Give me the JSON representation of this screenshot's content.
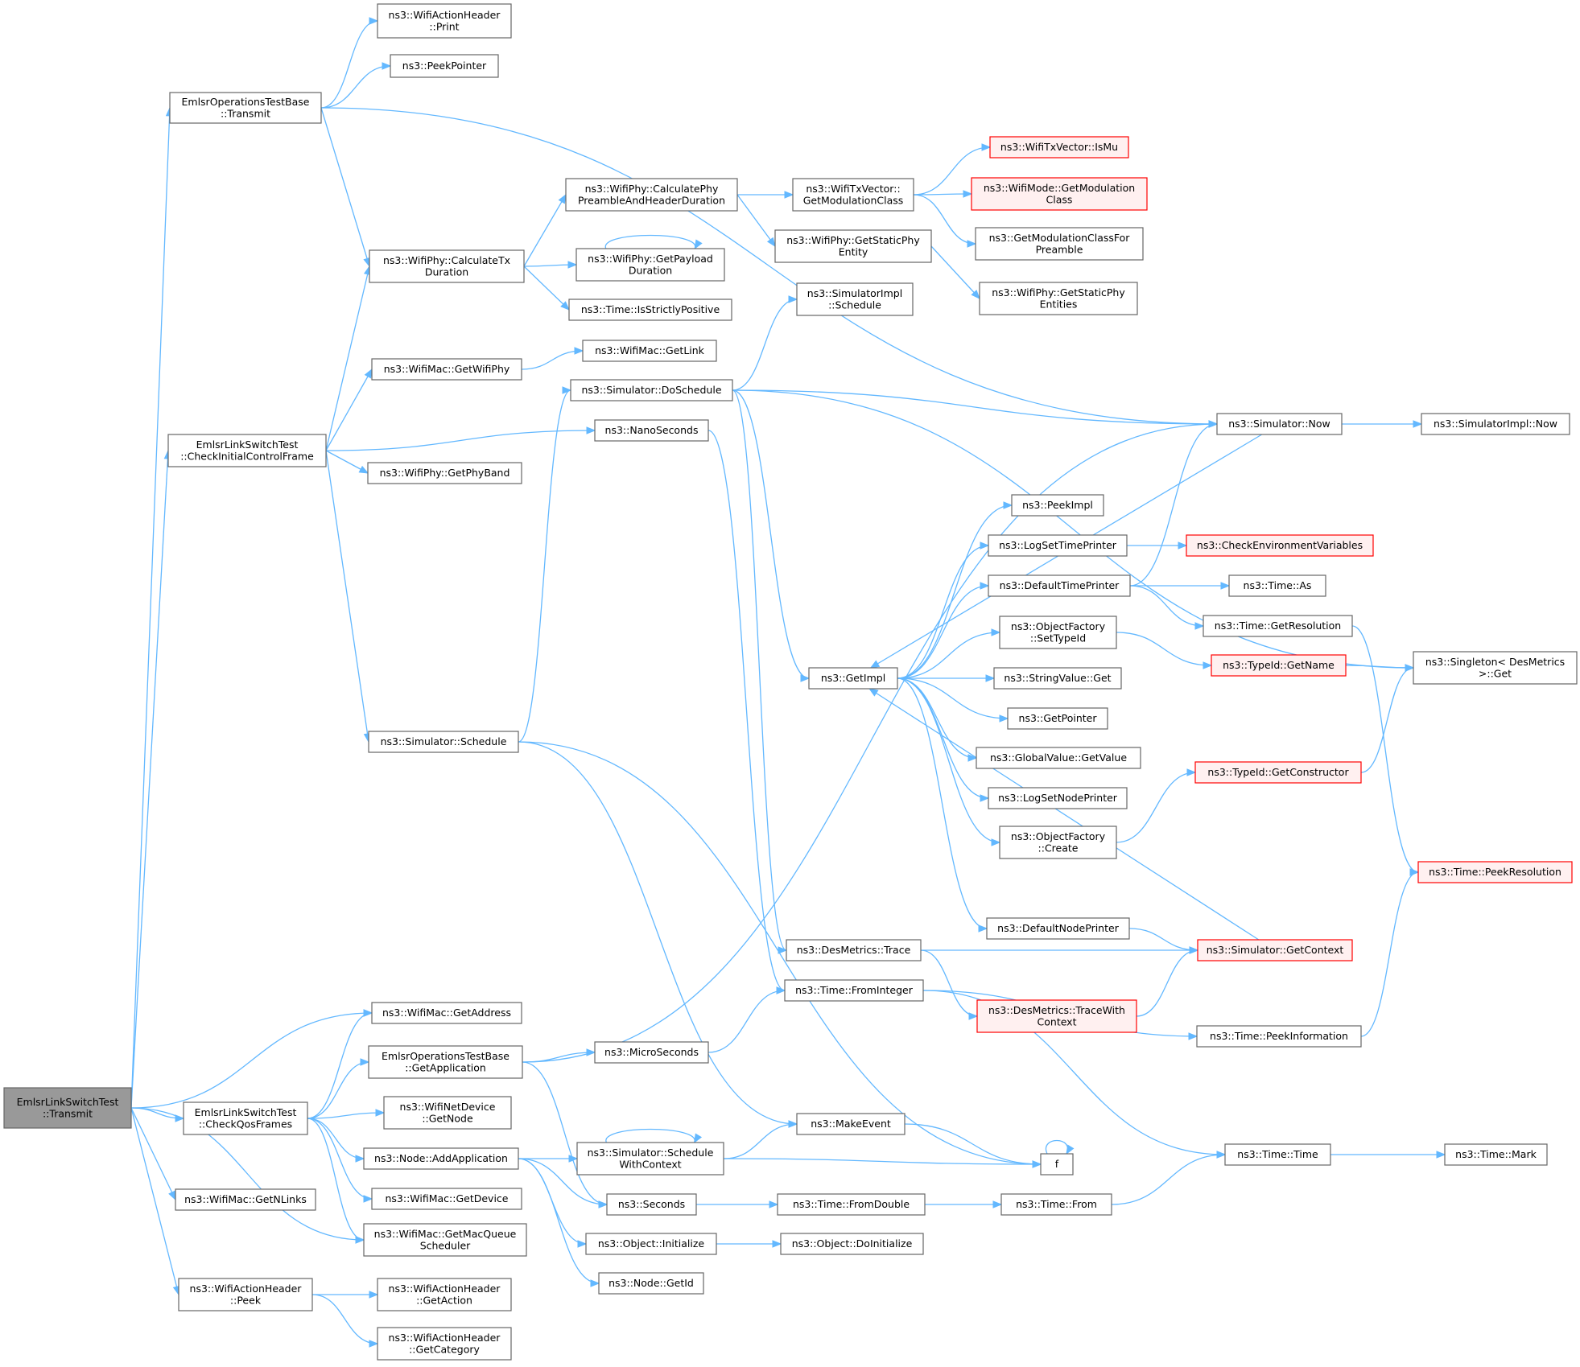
{
  "graph": {
    "nodes": [
      {
        "id": "root",
        "lines": [
          "EmlsrLinkSwitchTest",
          "::Transmit"
        ]
      },
      {
        "id": "eotb_transmit",
        "lines": [
          "EmlsrOperationsTestBase",
          "::Transmit"
        ]
      },
      {
        "id": "wah_print",
        "lines": [
          "ns3::WifiActionHeader",
          "::Print"
        ]
      },
      {
        "id": "peekpointer",
        "lines": [
          "ns3::PeekPointer"
        ]
      },
      {
        "id": "calc_tx",
        "lines": [
          "ns3::WifiPhy::CalculateTx",
          "Duration"
        ]
      },
      {
        "id": "calc_preamble",
        "lines": [
          "ns3::WifiPhy::CalculatePhy",
          "PreambleAndHeaderDuration"
        ]
      },
      {
        "id": "get_payload",
        "lines": [
          "ns3::WifiPhy::GetPayload",
          "Duration"
        ]
      },
      {
        "id": "is_strictly_positive",
        "lines": [
          "ns3::Time::IsStrictlyPositive"
        ]
      },
      {
        "id": "txv_getmodclass",
        "lines": [
          "ns3::WifiTxVector::",
          "GetModulationClass"
        ]
      },
      {
        "id": "get_static_phy_entity",
        "lines": [
          "ns3::WifiPhy::GetStaticPhy",
          "Entity"
        ]
      },
      {
        "id": "txv_ismu",
        "lines": [
          "ns3::WifiTxVector::IsMu"
        ]
      },
      {
        "id": "mode_getmodclass",
        "lines": [
          "ns3::WifiMode::GetModulation",
          "Class"
        ]
      },
      {
        "id": "getmodclass_preamble",
        "lines": [
          "ns3::GetModulationClassFor",
          "Preamble"
        ]
      },
      {
        "id": "get_static_phy_entities",
        "lines": [
          "ns3::WifiPhy::GetStaticPhy",
          "Entities"
        ]
      },
      {
        "id": "simimpl_schedule",
        "lines": [
          "ns3::SimulatorImpl",
          "::Schedule"
        ]
      },
      {
        "id": "mac_getwifiphy",
        "lines": [
          "ns3::WifiMac::GetWifiPhy"
        ]
      },
      {
        "id": "mac_getlink",
        "lines": [
          "ns3::WifiMac::GetLink"
        ]
      },
      {
        "id": "check_initial",
        "lines": [
          "EmlsrLinkSwitchTest",
          "::CheckInitialControlFrame"
        ]
      },
      {
        "id": "sim_doschedule",
        "lines": [
          "ns3::Simulator::DoSchedule"
        ]
      },
      {
        "id": "nanoseconds",
        "lines": [
          "ns3::NanoSeconds"
        ]
      },
      {
        "id": "getphyband",
        "lines": [
          "ns3::WifiPhy::GetPhyBand"
        ]
      },
      {
        "id": "sim_now",
        "lines": [
          "ns3::Simulator::Now"
        ]
      },
      {
        "id": "simimpl_now",
        "lines": [
          "ns3::SimulatorImpl::Now"
        ]
      },
      {
        "id": "peekimpl",
        "lines": [
          "ns3::PeekImpl"
        ]
      },
      {
        "id": "logsettimeprinter",
        "lines": [
          "ns3::LogSetTimePrinter"
        ]
      },
      {
        "id": "check_env",
        "lines": [
          "ns3::CheckEnvironmentVariables"
        ]
      },
      {
        "id": "default_time_printer",
        "lines": [
          "ns3::DefaultTimePrinter"
        ]
      },
      {
        "id": "time_as",
        "lines": [
          "ns3::Time::As"
        ]
      },
      {
        "id": "time_getresolution",
        "lines": [
          "ns3::Time::GetResolution"
        ]
      },
      {
        "id": "of_settypeid",
        "lines": [
          "ns3::ObjectFactory",
          "::SetTypeId"
        ]
      },
      {
        "id": "typeid_getname",
        "lines": [
          "ns3::TypeId::GetName"
        ]
      },
      {
        "id": "singleton_get",
        "lines": [
          "ns3::Singleton< DesMetrics",
          ">::Get"
        ]
      },
      {
        "id": "getimpl",
        "lines": [
          "ns3::GetImpl"
        ]
      },
      {
        "id": "stringvalue_get",
        "lines": [
          "ns3::StringValue::Get"
        ]
      },
      {
        "id": "getpointer",
        "lines": [
          "ns3::GetPointer"
        ]
      },
      {
        "id": "globalvalue_getvalue",
        "lines": [
          "ns3::GlobalValue::GetValue"
        ]
      },
      {
        "id": "typeid_getconstructor",
        "lines": [
          "ns3::TypeId::GetConstructor"
        ]
      },
      {
        "id": "logsetnodeprinter",
        "lines": [
          "ns3::LogSetNodePrinter"
        ]
      },
      {
        "id": "of_create",
        "lines": [
          "ns3::ObjectFactory",
          "::Create"
        ]
      },
      {
        "id": "sim_schedule",
        "lines": [
          "ns3::Simulator::Schedule"
        ]
      },
      {
        "id": "time_peekresolution",
        "lines": [
          "ns3::Time::PeekResolution"
        ]
      },
      {
        "id": "default_node_printer",
        "lines": [
          "ns3::DefaultNodePrinter"
        ]
      },
      {
        "id": "desmetrics_trace",
        "lines": [
          "ns3::DesMetrics::Trace"
        ]
      },
      {
        "id": "sim_getcontext",
        "lines": [
          "ns3::Simulator::GetContext"
        ]
      },
      {
        "id": "time_frominteger",
        "lines": [
          "ns3::Time::FromInteger"
        ]
      },
      {
        "id": "desmetrics_tracewithcontext",
        "lines": [
          "ns3::DesMetrics::TraceWith",
          "Context"
        ]
      },
      {
        "id": "mac_getaddress",
        "lines": [
          "ns3::WifiMac::GetAddress"
        ]
      },
      {
        "id": "eotb_getapplication",
        "lines": [
          "EmlsrOperationsTestBase",
          "::GetApplication"
        ]
      },
      {
        "id": "microseconds",
        "lines": [
          "ns3::MicroSeconds"
        ]
      },
      {
        "id": "time_peekinformation",
        "lines": [
          "ns3::Time::PeekInformation"
        ]
      },
      {
        "id": "check_qos",
        "lines": [
          "EmlsrLinkSwitchTest",
          "::CheckQosFrames"
        ]
      },
      {
        "id": "netdevice_getnode",
        "lines": [
          "ns3::WifiNetDevice",
          "::GetNode"
        ]
      },
      {
        "id": "makeevent",
        "lines": [
          "ns3::MakeEvent"
        ]
      },
      {
        "id": "node_addapplication",
        "lines": [
          "ns3::Node::AddApplication"
        ]
      },
      {
        "id": "sim_schedulewithcontext",
        "lines": [
          "ns3::Simulator::Schedule",
          "WithContext"
        ]
      },
      {
        "id": "f",
        "lines": [
          "f"
        ]
      },
      {
        "id": "time_time",
        "lines": [
          "ns3::Time::Time"
        ]
      },
      {
        "id": "time_mark",
        "lines": [
          "ns3::Time::Mark"
        ]
      },
      {
        "id": "mac_getnlinks",
        "lines": [
          "ns3::WifiMac::GetNLinks"
        ]
      },
      {
        "id": "mac_getdevice",
        "lines": [
          "ns3::WifiMac::GetDevice"
        ]
      },
      {
        "id": "seconds",
        "lines": [
          "ns3::Seconds"
        ]
      },
      {
        "id": "time_fromdouble",
        "lines": [
          "ns3::Time::FromDouble"
        ]
      },
      {
        "id": "time_from",
        "lines": [
          "ns3::Time::From"
        ]
      },
      {
        "id": "mac_getmacqueuescheduler",
        "lines": [
          "ns3::WifiMac::GetMacQueue",
          "Scheduler"
        ]
      },
      {
        "id": "object_initialize",
        "lines": [
          "ns3::Object::Initialize"
        ]
      },
      {
        "id": "object_doinitialize",
        "lines": [
          "ns3::Object::DoInitialize"
        ]
      },
      {
        "id": "node_getid",
        "lines": [
          "ns3::Node::GetId"
        ]
      },
      {
        "id": "wah_peek",
        "lines": [
          "ns3::WifiActionHeader",
          "::Peek"
        ]
      },
      {
        "id": "wah_getaction",
        "lines": [
          "ns3::WifiActionHeader",
          "::GetAction"
        ]
      },
      {
        "id": "wah_getcategory",
        "lines": [
          "ns3::WifiActionHeader",
          "::GetCategory"
        ]
      }
    ],
    "edges": [
      [
        "root",
        "eotb_transmit"
      ],
      [
        "root",
        "check_initial"
      ],
      [
        "root",
        "mac_getaddress"
      ],
      [
        "root",
        "check_qos"
      ],
      [
        "root",
        "mac_getmacqueuescheduler"
      ],
      [
        "root",
        "mac_getnlinks"
      ],
      [
        "root",
        "wah_peek"
      ],
      [
        "eotb_transmit",
        "wah_print"
      ],
      [
        "eotb_transmit",
        "peekpointer"
      ],
      [
        "eotb_transmit",
        "sim_now"
      ],
      [
        "eotb_transmit",
        "calc_tx"
      ],
      [
        "calc_tx",
        "calc_preamble"
      ],
      [
        "calc_tx",
        "get_payload"
      ],
      [
        "calc_tx",
        "is_strictly_positive"
      ],
      [
        "get_payload",
        "get_payload"
      ],
      [
        "calc_preamble",
        "txv_getmodclass"
      ],
      [
        "calc_preamble",
        "get_static_phy_entity"
      ],
      [
        "txv_getmodclass",
        "txv_ismu"
      ],
      [
        "txv_getmodclass",
        "mode_getmodclass"
      ],
      [
        "txv_getmodclass",
        "getmodclass_preamble"
      ],
      [
        "get_static_phy_entity",
        "get_static_phy_entities"
      ],
      [
        "check_initial",
        "calc_tx"
      ],
      [
        "check_initial",
        "mac_getwifiphy"
      ],
      [
        "check_initial",
        "nanoseconds"
      ],
      [
        "check_initial",
        "getphyband"
      ],
      [
        "check_initial",
        "sim_schedule"
      ],
      [
        "mac_getwifiphy",
        "mac_getlink"
      ],
      [
        "sim_doschedule",
        "simimpl_schedule"
      ],
      [
        "sim_doschedule",
        "singleton_get"
      ],
      [
        "sim_doschedule",
        "sim_now"
      ],
      [
        "sim_doschedule",
        "getimpl"
      ],
      [
        "sim_doschedule",
        "desmetrics_trace"
      ],
      [
        "nanoseconds",
        "time_frominteger"
      ],
      [
        "sim_now",
        "simimpl_now"
      ],
      [
        "sim_now",
        "getimpl"
      ],
      [
        "getimpl",
        "peekimpl"
      ],
      [
        "getimpl",
        "logsettimeprinter"
      ],
      [
        "getimpl",
        "default_time_printer"
      ],
      [
        "getimpl",
        "of_settypeid"
      ],
      [
        "getimpl",
        "stringvalue_get"
      ],
      [
        "getimpl",
        "getpointer"
      ],
      [
        "getimpl",
        "globalvalue_getvalue"
      ],
      [
        "getimpl",
        "logsetnodeprinter"
      ],
      [
        "getimpl",
        "of_create"
      ],
      [
        "getimpl",
        "default_node_printer"
      ],
      [
        "logsettimeprinter",
        "check_env"
      ],
      [
        "default_time_printer",
        "sim_now"
      ],
      [
        "default_time_printer",
        "time_as"
      ],
      [
        "default_time_printer",
        "time_getresolution"
      ],
      [
        "time_getresolution",
        "time_peekresolution"
      ],
      [
        "of_settypeid",
        "typeid_getname"
      ],
      [
        "typeid_getname",
        "singleton_get"
      ],
      [
        "of_create",
        "typeid_getconstructor"
      ],
      [
        "typeid_getconstructor",
        "singleton_get"
      ],
      [
        "default_node_printer",
        "sim_getcontext"
      ],
      [
        "sim_getcontext",
        "getimpl"
      ],
      [
        "desmetrics_trace",
        "sim_getcontext"
      ],
      [
        "desmetrics_trace",
        "desmetrics_tracewithcontext"
      ],
      [
        "desmetrics_tracewithcontext",
        "sim_getcontext"
      ],
      [
        "sim_schedule",
        "sim_doschedule"
      ],
      [
        "sim_schedule",
        "makeevent"
      ],
      [
        "sim_schedule",
        "f"
      ],
      [
        "time_frominteger",
        "time_peekinformation"
      ],
      [
        "time_frominteger",
        "time_time"
      ],
      [
        "time_peekinformation",
        "time_peekresolution"
      ],
      [
        "eotb_getapplication",
        "sim_now"
      ],
      [
        "eotb_getapplication",
        "microseconds"
      ],
      [
        "eotb_getapplication",
        "seconds"
      ],
      [
        "microseconds",
        "time_frominteger"
      ],
      [
        "check_qos",
        "mac_getaddress"
      ],
      [
        "check_qos",
        "eotb_getapplication"
      ],
      [
        "check_qos",
        "netdevice_getnode"
      ],
      [
        "check_qos",
        "node_addapplication"
      ],
      [
        "check_qos",
        "mac_getdevice"
      ],
      [
        "check_qos",
        "mac_getmacqueuescheduler"
      ],
      [
        "node_addapplication",
        "sim_schedulewithcontext"
      ],
      [
        "node_addapplication",
        "seconds"
      ],
      [
        "node_addapplication",
        "object_initialize"
      ],
      [
        "node_addapplication",
        "node_getid"
      ],
      [
        "sim_schedulewithcontext",
        "sim_schedulewithcontext"
      ],
      [
        "sim_schedulewithcontext",
        "makeevent"
      ],
      [
        "sim_schedulewithcontext",
        "f"
      ],
      [
        "makeevent",
        "f"
      ],
      [
        "f",
        "f"
      ],
      [
        "time_time",
        "time_mark"
      ],
      [
        "seconds",
        "time_fromdouble"
      ],
      [
        "time_fromdouble",
        "time_from"
      ],
      [
        "time_from",
        "time_time"
      ],
      [
        "object_initialize",
        "object_doinitialize"
      ],
      [
        "wah_peek",
        "wah_getaction"
      ],
      [
        "wah_peek",
        "wah_getcategory"
      ]
    ],
    "highlight_nodes": [
      "txv_ismu",
      "mode_getmodclass",
      "check_env",
      "typeid_getname",
      "typeid_getconstructor",
      "time_peekresolution",
      "sim_getcontext",
      "desmetrics_tracewithcontext"
    ],
    "root_node": "root",
    "colors": {
      "edge": "#63b8ff",
      "node_border": "#666666",
      "root_fill": "#999999",
      "highlight_border": "#ff0000",
      "highlight_fill": "#fff0f0"
    }
  }
}
